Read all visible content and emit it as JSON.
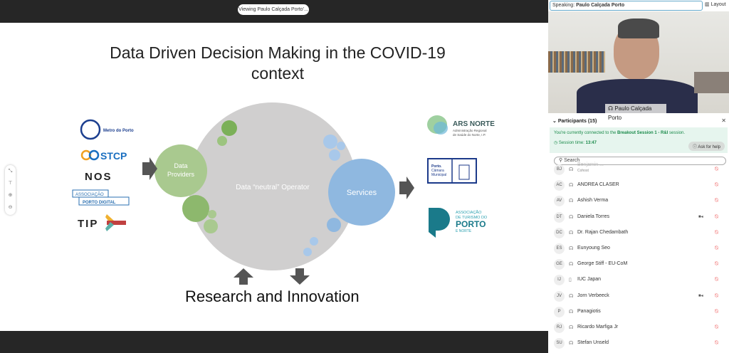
{
  "stage": {
    "viewing": "Viewing Paulo Calçada Porto'..."
  },
  "slide": {
    "title_line1": "Data Driven Decision Making in the COVID-19",
    "title_line2": "context",
    "providers": "Data",
    "providers2": "Providers",
    "operator": "Data “neutral” Operator",
    "services": "Services",
    "research": "Research and Innovation",
    "left_logos": [
      "Metro do Porto",
      "STCP",
      "NOS",
      "ASSOCIAÇÃO",
      "PORTO DIGITAL",
      "TIP"
    ],
    "right_logos": {
      "ars": "ARS NORTE",
      "ars_sub1": "Administração Regional",
      "ars_sub2": "de Saúde do Norte, I.P.",
      "cm1": "Porto.",
      "cm2": "Câmara",
      "cm3": "Municipal",
      "at1": "ASSOCIAÇÃO",
      "at2": "DE TURISMO DO",
      "at3": "PORTO",
      "at4": "E NORTE"
    }
  },
  "tools": [
    "pointer-icon",
    "pin-icon",
    "zoom-in-icon",
    "zoom-out-icon"
  ],
  "panel": {
    "speaking_label": "Speaking:",
    "speaking_name": "Paulo Calçada Porto",
    "layout": "Layout",
    "video_name": "Paulo Calçada Porto",
    "participants_title": "Participants (15)",
    "banner_pre": "You're currently connected to the ",
    "banner_session": "Breakout Session 1 - R&I",
    "banner_post": " session.",
    "session_time_label": "Session time: ",
    "session_time": "13:47",
    "ask_help": "Ask for help",
    "search_placeholder": "Search",
    "participants": [
      {
        "initials": "BJ",
        "name": "Benjamin ...",
        "sub": "Cohost",
        "device": "headset",
        "video": false
      },
      {
        "initials": "AC",
        "name": "ANDREA CLASER",
        "device": "headset",
        "video": false
      },
      {
        "initials": "AV",
        "name": "Ashish Verma",
        "device": "headset",
        "video": false
      },
      {
        "initials": "DT",
        "name": "Daniela Torres",
        "device": "headset",
        "video": true
      },
      {
        "initials": "DC",
        "name": "Dr. Rajan Chedambath",
        "device": "headset",
        "video": false
      },
      {
        "initials": "ES",
        "name": "Eunyoung Seo",
        "device": "headset",
        "video": false
      },
      {
        "initials": "GE",
        "name": "George Stiff - EU-CoM",
        "device": "headset",
        "video": false
      },
      {
        "initials": "IJ",
        "name": "IUC Japan",
        "device": "phone",
        "video": false
      },
      {
        "initials": "JV",
        "name": "Jorn Verbeeck",
        "device": "headset",
        "video": true
      },
      {
        "initials": "P",
        "name": "Panagiotis",
        "device": "headset",
        "video": false
      },
      {
        "initials": "RJ",
        "name": "Ricardo Marfiga Jr",
        "device": "headset",
        "video": false
      },
      {
        "initials": "SU",
        "name": "Stefan Unseld",
        "device": "headset",
        "video": false
      }
    ]
  }
}
